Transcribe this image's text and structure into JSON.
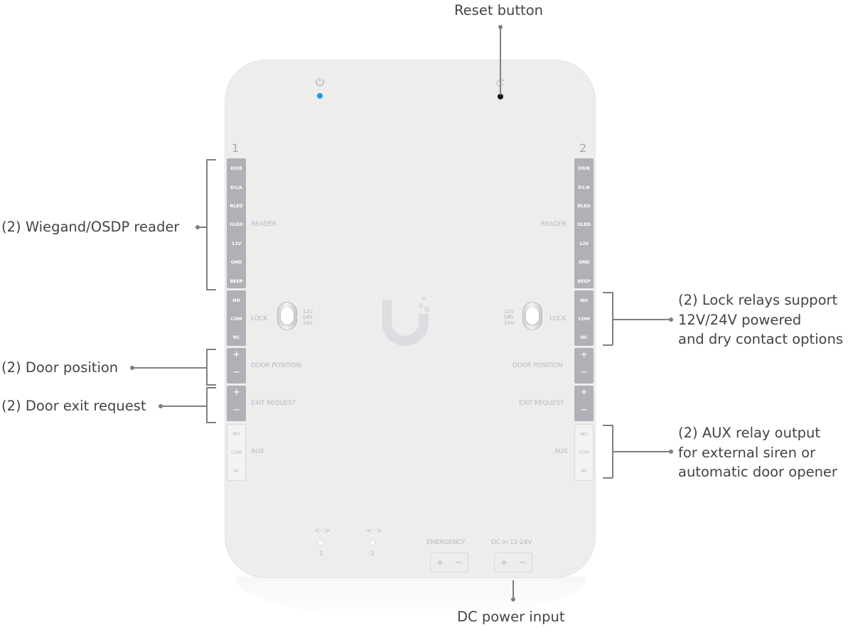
{
  "callouts": {
    "reset": "Reset button",
    "reader": "(2) Wiegand/OSDP reader",
    "door_position": "(2) Door position",
    "exit_request": "(2) Door exit request",
    "lock_relays": [
      "(2) Lock relays support",
      "12V/24V powered",
      "and dry contact options"
    ],
    "aux_relay": [
      "(2) AUX relay output",
      "for external siren or",
      "automatic door opener"
    ],
    "dc_power": "DC power input"
  },
  "device": {
    "status_led_color": "#1a9be8",
    "icons": [
      "power-icon",
      "reset-icon",
      "unifi-logo",
      "port-link-icon"
    ],
    "channels": [
      "1",
      "2"
    ],
    "reader": {
      "label": "READER",
      "pins": [
        "D0/B",
        "D1/A",
        "RLED",
        "GLED",
        "12V",
        "GND",
        "BEEP"
      ]
    },
    "lock": {
      "label": "LOCK",
      "pins": [
        "NO",
        "COM",
        "NC"
      ],
      "switch_options": [
        "12V",
        "DRY",
        "24V"
      ]
    },
    "door_position": {
      "label": "DOOR POSITION",
      "pins": [
        "+",
        "−"
      ]
    },
    "exit_request": {
      "label": "EXIT REQUEST",
      "pins": [
        "+",
        "−"
      ]
    },
    "aux": {
      "label": "AUX",
      "pins": [
        "NO",
        "COM",
        "NC"
      ]
    },
    "bottom": {
      "port_icon": "<··>",
      "ports": [
        "1",
        "2"
      ],
      "emergency": {
        "label": "EMERGENCY",
        "pins": [
          "+",
          "−"
        ]
      },
      "dc_in": {
        "label": "DC in 12-24V",
        "pins": [
          "+",
          "−"
        ]
      }
    }
  }
}
